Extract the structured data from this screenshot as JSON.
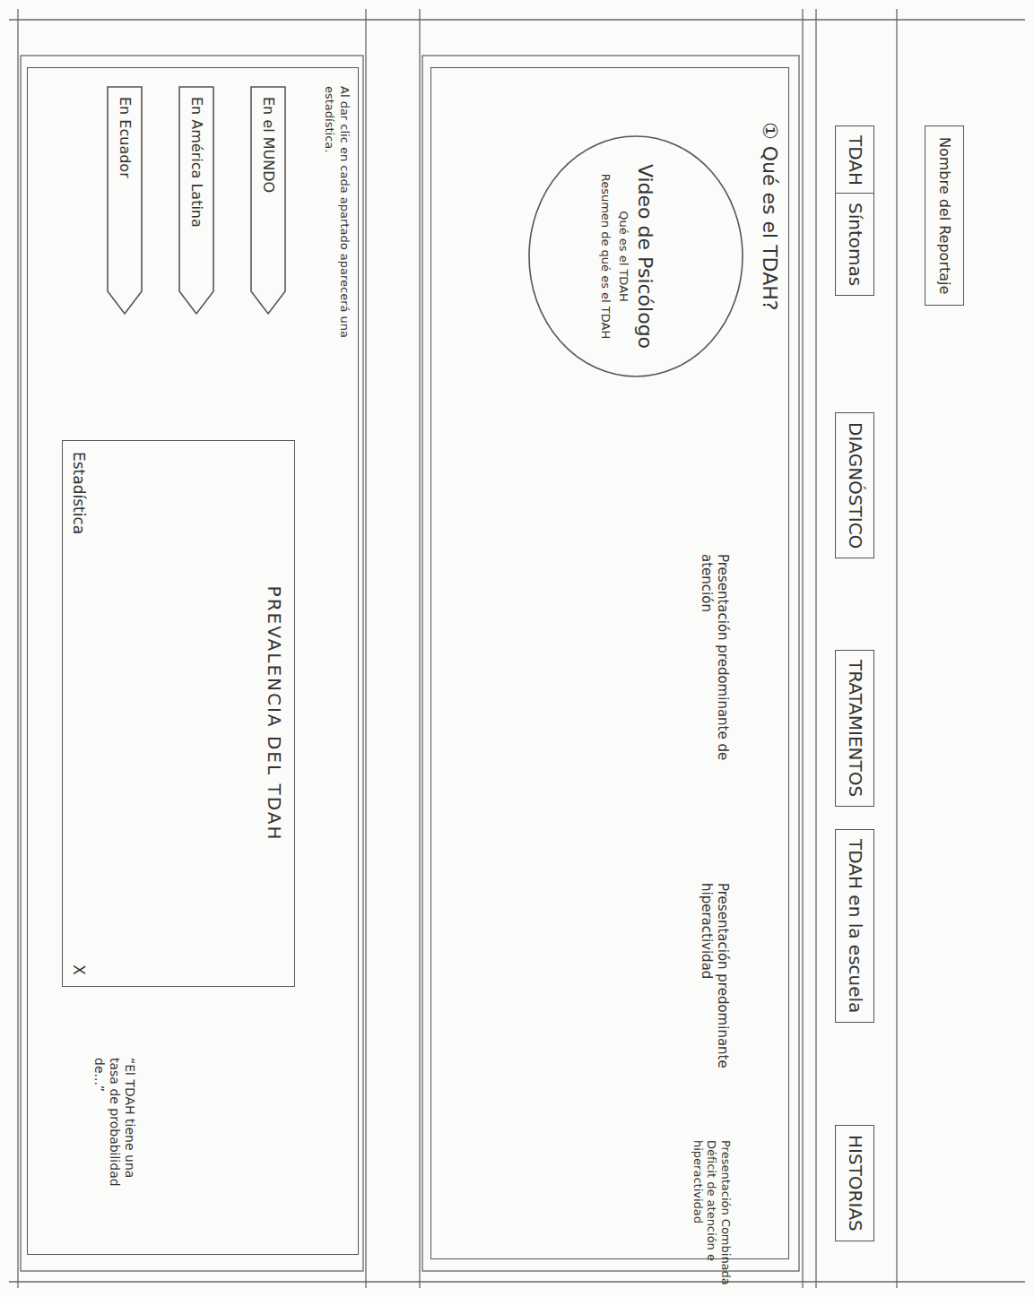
{
  "diagram": {
    "nodes": [
      {
        "text": [
          "Nombre del Reportaje"
        ]
      },
      {
        "text": [
          "TDAH"
        ]
      },
      {
        "text": [
          "Síntomas"
        ]
      },
      {
        "text": [
          "DIAGNÓSTICO"
        ]
      },
      {
        "text": [
          "TRATAMIENTOS"
        ]
      },
      {
        "text": [
          "TDAH en la escuela"
        ]
      },
      {
        "text": [
          "HISTORIAS"
        ]
      },
      {
        "text": [
          "① Qué es el TDAH?"
        ]
      },
      {
        "text": [
          "Video de Psicólogo",
          "Qué es el TDAH",
          "Resumen de qué es el TDAH"
        ],
        "in": 7
      },
      {
        "text": [
          "Al dar clic en cada apartado aparecerá una estadística."
        ]
      },
      {
        "text": [
          "En el MUNDO"
        ],
        "in": 9
      },
      {
        "text": [
          "En América Latina"
        ],
        "in": 9
      },
      {
        "text": [
          "En Ecuador"
        ],
        "in": 9
      },
      {
        "text": [
          "PREVALENCIA DEL TDAH",
          "Estadística",
          "X"
        ],
        "in": 9
      }
    ],
    "labels": [
      "Presentación predominante de atención",
      "Presentación predominante hiperactividad",
      "Presentación Combinada Déficit de atención e hiperactividad",
      "“El TDAH tiene una tasa de probabilidad de...”"
    ]
  }
}
